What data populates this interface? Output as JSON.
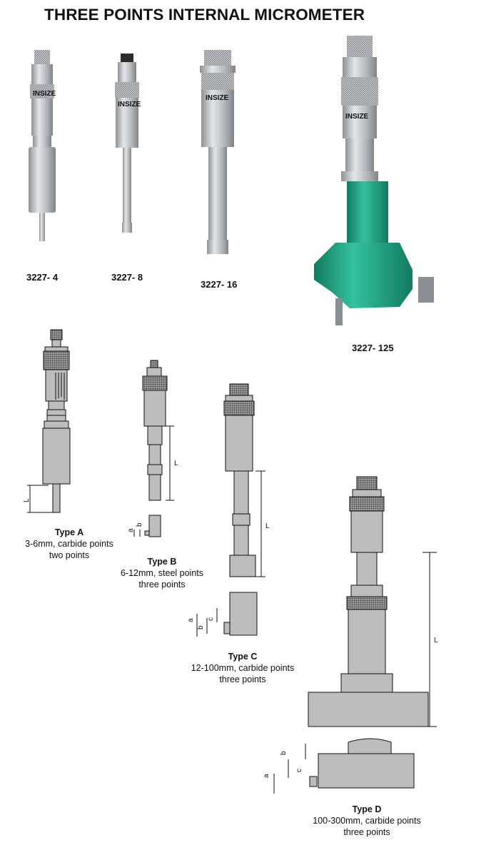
{
  "title": "THREE POINTS INTERNAL MICROMETER",
  "brand": "INSIZE",
  "models": [
    "3227- 4",
    "3227- 8",
    "3227- 16",
    "3227- 125"
  ],
  "dimension_labels": {
    "L": "L",
    "a": "a",
    "b": "b",
    "c": "c"
  },
  "types": [
    {
      "name": "Type A",
      "line1": "3-6mm, carbide points",
      "line2": "two points"
    },
    {
      "name": "Type B",
      "line1": "6-12mm, steel points",
      "line2": "three points"
    },
    {
      "name": "Type C",
      "line1": "12-100mm, carbide points",
      "line2": "three points"
    },
    {
      "name": "Type D",
      "line1": "100-300mm, carbide points",
      "line2": "three points"
    }
  ],
  "colors": {
    "steel": "#b9bec2",
    "steel_dark": "#8e9498",
    "setting_ring": "#1f9a7c",
    "base": "#21a686",
    "drawing_fill": "#bdbdbd",
    "line": "#111111"
  }
}
